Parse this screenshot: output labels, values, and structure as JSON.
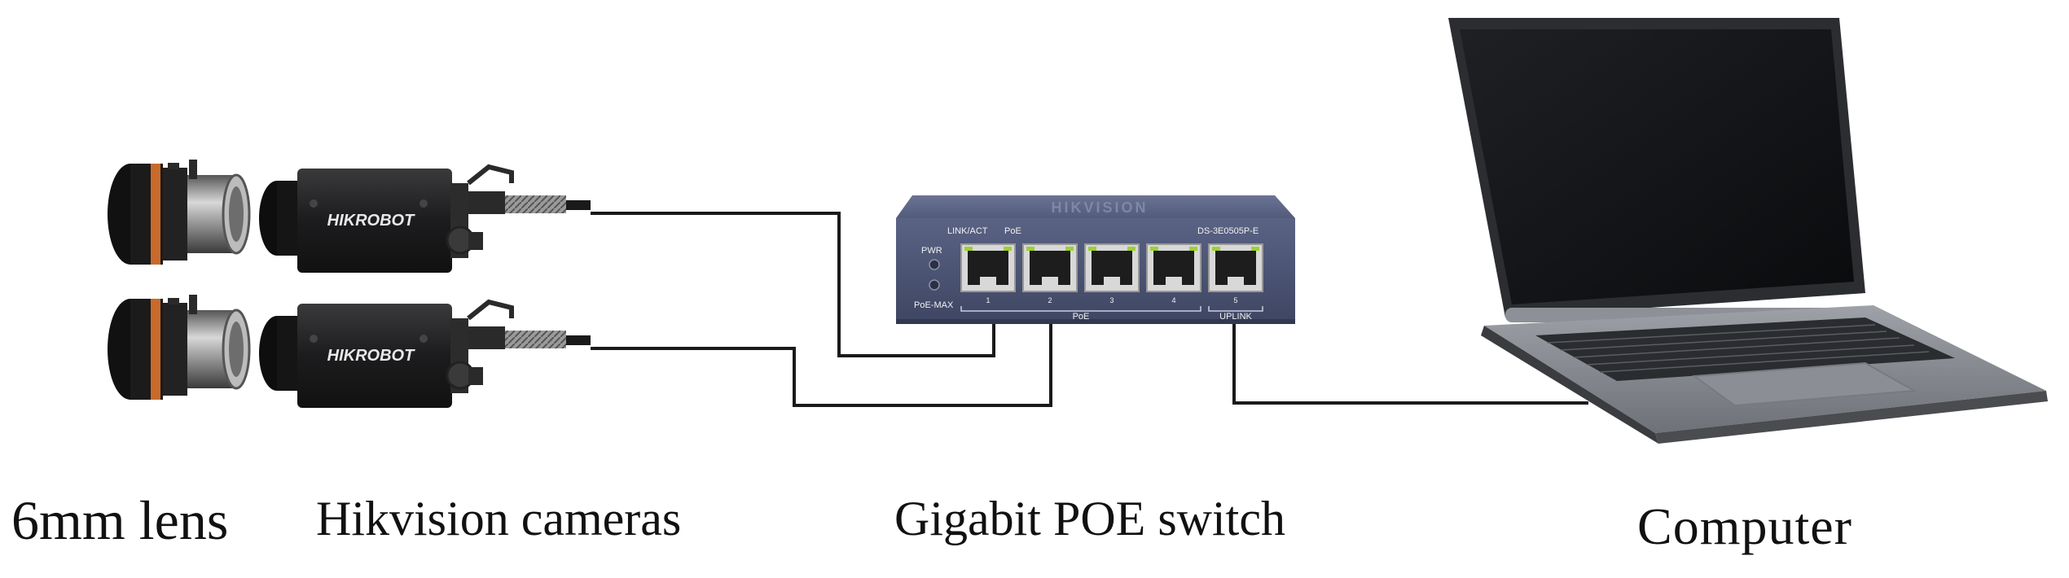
{
  "captions": {
    "lens": "6mm lens",
    "cameras": "Hikvision cameras",
    "switch": "Gigabit POE switch",
    "computer": "Computer"
  },
  "camera_brand": "HIKROBOT",
  "switch_labels": {
    "brand": "HIKVISION",
    "link_act": "LINK/ACT",
    "poe": "PoE",
    "model": "DS-3E0505P-E",
    "pwr": "PWR",
    "poe_max": "PoE-MAX",
    "poe_group": "PoE",
    "uplink": "UPLINK",
    "port_numbers": [
      "1",
      "2",
      "3",
      "4",
      "5"
    ]
  },
  "colors": {
    "cable": "#1a1a1a",
    "switch_body": "#4a5372",
    "lens_ring": "#c86a2c",
    "camera_body": "#1c1c1e"
  }
}
